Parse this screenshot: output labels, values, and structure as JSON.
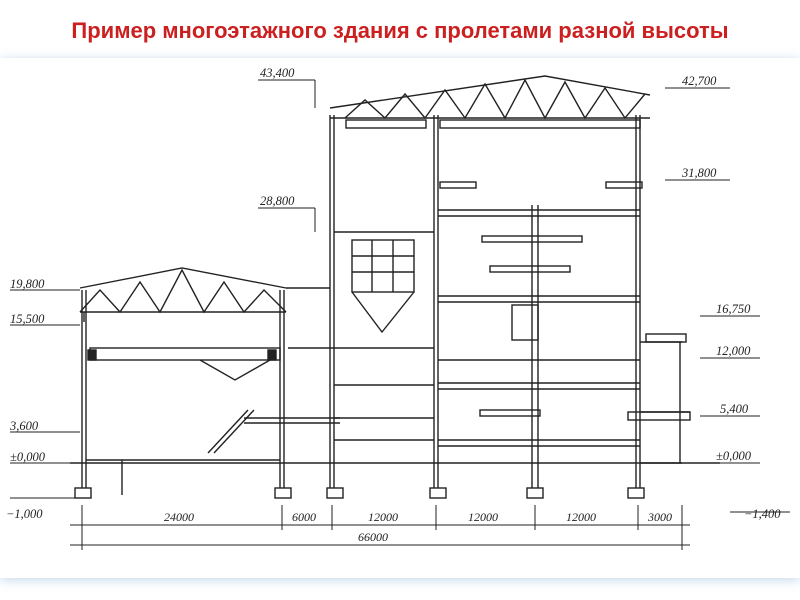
{
  "title": "Пример многоэтажного здания с пролетами разной высоты",
  "levels_left": [
    "19,800",
    "15,500",
    "3,600",
    "±0,000",
    "−1,000"
  ],
  "levels_mid": [
    "43,400",
    "28,800"
  ],
  "levels_right": [
    "42,700",
    "31,800",
    "16,750",
    "12,000",
    "5,400",
    "±0,000",
    "−1,400"
  ],
  "spans": [
    "24000",
    "6000",
    "12000",
    "12000",
    "12000",
    "3000"
  ],
  "total": "66000",
  "colors": {
    "title": "#cc1f1f",
    "line": "#222222",
    "bg": "#ffffff"
  }
}
